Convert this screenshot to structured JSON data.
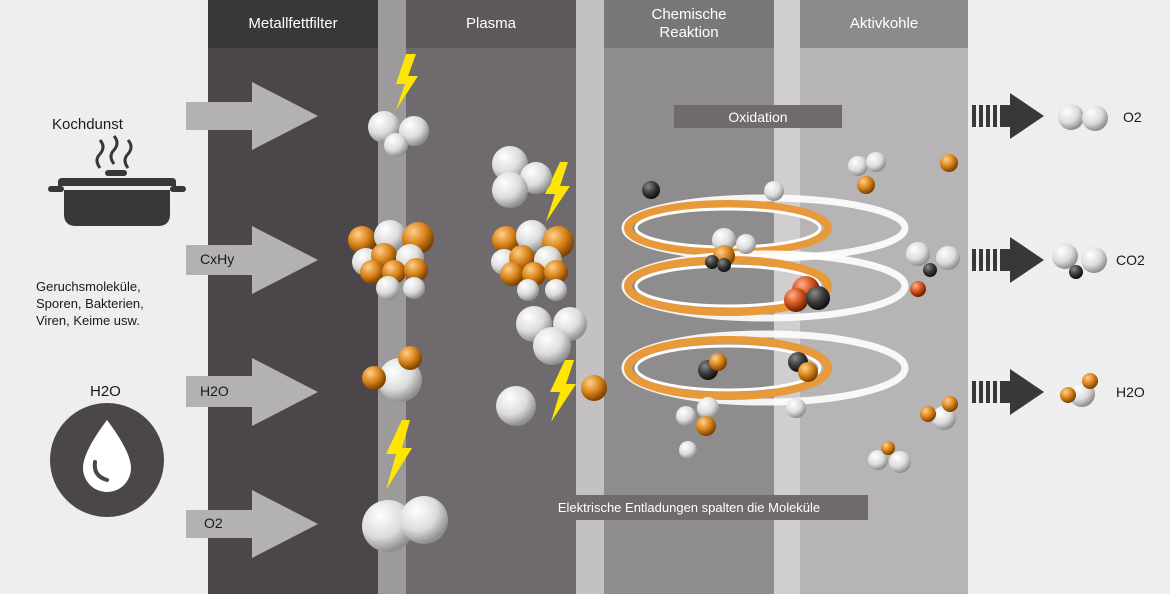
{
  "stages": [
    {
      "label": "Metallfettfilter"
    },
    {
      "label": "Plasma"
    },
    {
      "label": "Chemische\nReaktion"
    },
    {
      "label": "Aktivkohle"
    }
  ],
  "left": {
    "cooking_label": "Kochdunst",
    "molecules_text": "Geruchsmoleküle,\nSporen, Bakterien,\nViren, Keime usw.",
    "water_label": "H2O"
  },
  "inputs": [
    {
      "label": ""
    },
    {
      "label": "CxHy"
    },
    {
      "label": "H2O"
    },
    {
      "label": "O2"
    }
  ],
  "process": {
    "oxidation_label": "Oxidation",
    "discharge_caption": "Elektrische Entladungen spalten die Moleküle"
  },
  "outputs": [
    {
      "label": "O2"
    },
    {
      "label": "CO2"
    },
    {
      "label": "H2O"
    }
  ],
  "colors": {
    "stage1": "#4a4649",
    "stage2": "#6e6a6d",
    "stage3": "#8f8c8e",
    "stage4": "#b6b4b5",
    "orange": "#d9831a",
    "lightning": "#ffe600",
    "arrow": "#b3b1b2"
  }
}
